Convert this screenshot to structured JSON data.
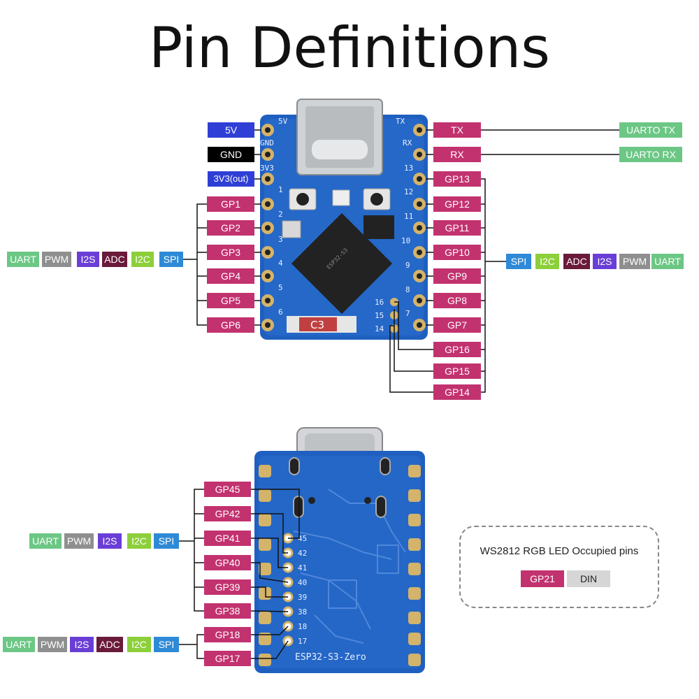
{
  "title": "Pin Definitions",
  "top_board": {
    "left_power": [
      "5V",
      "GND",
      "3V3(out)"
    ],
    "left_gpio": [
      "GP1",
      "GP2",
      "GP3",
      "GP4",
      "GP5",
      "GP6"
    ],
    "right_uart": [
      "TX",
      "RX"
    ],
    "right_uart_func": [
      "UARTO TX",
      "UARTO RX"
    ],
    "right_gpio": [
      "GP13",
      "GP12",
      "GP11",
      "GP10",
      "GP9",
      "GP8",
      "GP7"
    ],
    "extra_gpio": [
      "GP16",
      "GP15",
      "GP14"
    ],
    "silk_left": [
      "5V",
      "GND",
      "3V3",
      "1",
      "2",
      "3",
      "4",
      "5",
      "6"
    ],
    "silk_right": [
      "TX",
      "RX",
      "13",
      "12",
      "11",
      "10",
      "9",
      "8",
      "7"
    ],
    "silk_pads": [
      "16",
      "15",
      "14"
    ],
    "silk_chip": "C3",
    "chip_text": "ESP32-S3"
  },
  "bottom_board": {
    "gpio": [
      "GP45",
      "GP42",
      "GP41",
      "GP40",
      "GP39",
      "GP38",
      "GP18",
      "GP17"
    ],
    "silk_nums": [
      "45",
      "42",
      "41",
      "40",
      "39",
      "38",
      "18",
      "17"
    ],
    "board_name": "ESP32-S3-Zero"
  },
  "func_tags": {
    "left_row": [
      "UART",
      "PWM",
      "I2S",
      "ADC",
      "I2C",
      "SPI"
    ],
    "right_row": [
      "SPI",
      "I2C",
      "ADC",
      "I2S",
      "PWM",
      "UART"
    ],
    "bottom_row1": [
      "UART",
      "PWM",
      "I2S",
      "I2C",
      "SPI"
    ],
    "bottom_row2": [
      "UART",
      "PWM",
      "I2S",
      "ADC",
      "I2C",
      "SPI"
    ]
  },
  "led_box": {
    "title": "WS2812 RGB LED Occupied pins",
    "gpio": "GP21",
    "signal": "DIN"
  },
  "colors": {
    "gpio": "#c2326f",
    "power": "#2f3fd6",
    "gnd": "#000000",
    "uart": "#6cc785",
    "pwm": "#8f8f8f",
    "i2s": "#6a3ed6",
    "adc": "#6a1a3a",
    "i2c": "#8ccf3a",
    "spi": "#2e8ad6",
    "pcb": "#1f5fbf"
  }
}
